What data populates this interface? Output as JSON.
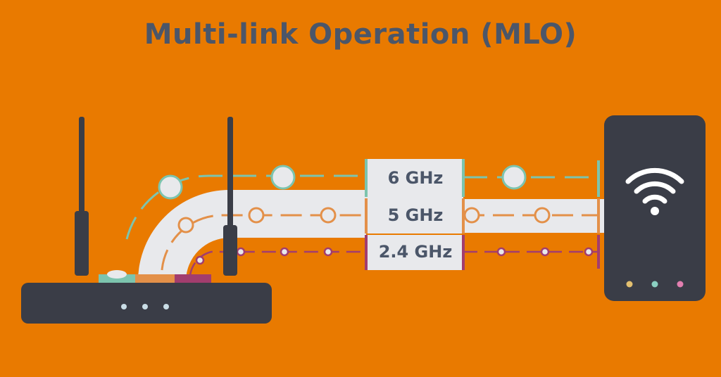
{
  "title": "Multi-link Operation (MLO)",
  "bands": [
    {
      "label": "6 GHz",
      "color": "#7CC4AE"
    },
    {
      "label": "5 GHz",
      "color": "#E39049"
    },
    {
      "label": "2.4 GHz",
      "color": "#A23D6E"
    }
  ],
  "colors": {
    "background": "#E97A00",
    "device": "#3A3D47",
    "title": "#4B5669",
    "path": "#E8E9EC",
    "led": "#C9DDE6",
    "device_led_yellow": "#E3C070",
    "device_led_teal": "#8BD0C2",
    "device_led_pink": "#E27FB0"
  },
  "router": {
    "leds": 3,
    "antennas": 2
  },
  "client": {
    "icon": "wifi-icon",
    "leds": 3
  }
}
